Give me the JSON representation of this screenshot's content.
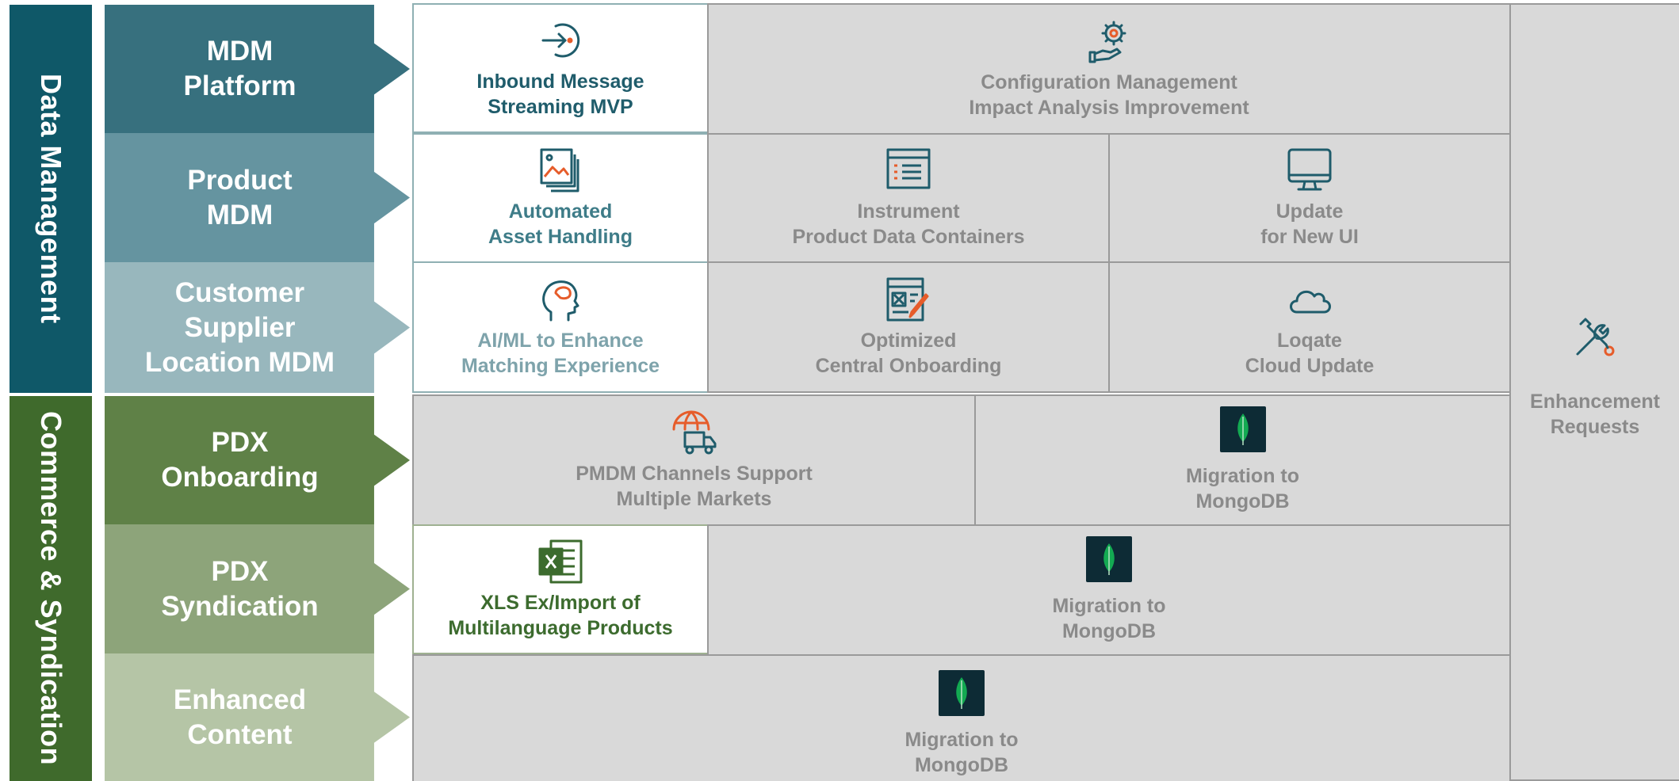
{
  "groups": {
    "data_management": "Data Management",
    "commerce_syndication": "Commerce & Syndication"
  },
  "rows": {
    "mdm_platform": "MDM\nPlatform",
    "product_mdm": "Product\nMDM",
    "customer_mdm": "Customer\nSupplier\nLocation MDM",
    "pdx_onboarding": "PDX\nOnboarding",
    "pdx_syndication": "PDX\nSyndication",
    "enhanced_content": "Enhanced\nContent"
  },
  "cells": {
    "inbound": "Inbound Message\nStreaming MVP",
    "config": "Configuration Management\nImpact Analysis Improvement",
    "asset": "Automated\nAsset Handling",
    "instrument": "Instrument\nProduct Data Containers",
    "update_ui": "Update\nfor New UI",
    "aiml": "AI/ML to Enhance\nMatching Experience",
    "onboarding": "Optimized\nCentral Onboarding",
    "loqate": "Loqate\nCloud Update",
    "pmdm": "PMDM Channels Support\nMultiple Markets",
    "mongo_onboarding": "Migration to\nMongoDB",
    "xls": "XLS Ex/Import of\nMultilanguage Products",
    "mongo_syndication": "Migration to\nMongoDB",
    "mongo_enhanced": "Migration to\nMongoDB",
    "enhancement": "Enhancement\nRequests"
  },
  "icons": {
    "inbound": "sign-in-arrow-icon",
    "config": "hand-gear-icon",
    "asset": "image-stack-icon",
    "instrument": "list-window-icon",
    "update_ui": "monitor-icon",
    "aiml": "head-brain-icon",
    "onboarding": "form-edit-icon",
    "loqate": "cloud-icon",
    "pmdm": "globe-truck-icon",
    "mongo": "mongodb-leaf-icon",
    "xls": "excel-icon",
    "enhancement": "tools-icon"
  },
  "colors": {
    "data_management": "#0f5868",
    "mdm_platform": "#37707e",
    "product_mdm": "#6594a0",
    "customer_mdm": "#98b7bd",
    "commerce_syndication": "#3f6a2c",
    "pdx_onboarding": "#5f8147",
    "pdx_syndication": "#8da47a",
    "enhanced_content": "#b5c5a6",
    "cell_gray": "#d9d9d9",
    "accent_orange": "#e65c2a",
    "mongo_leaf": "#13aa52"
  }
}
